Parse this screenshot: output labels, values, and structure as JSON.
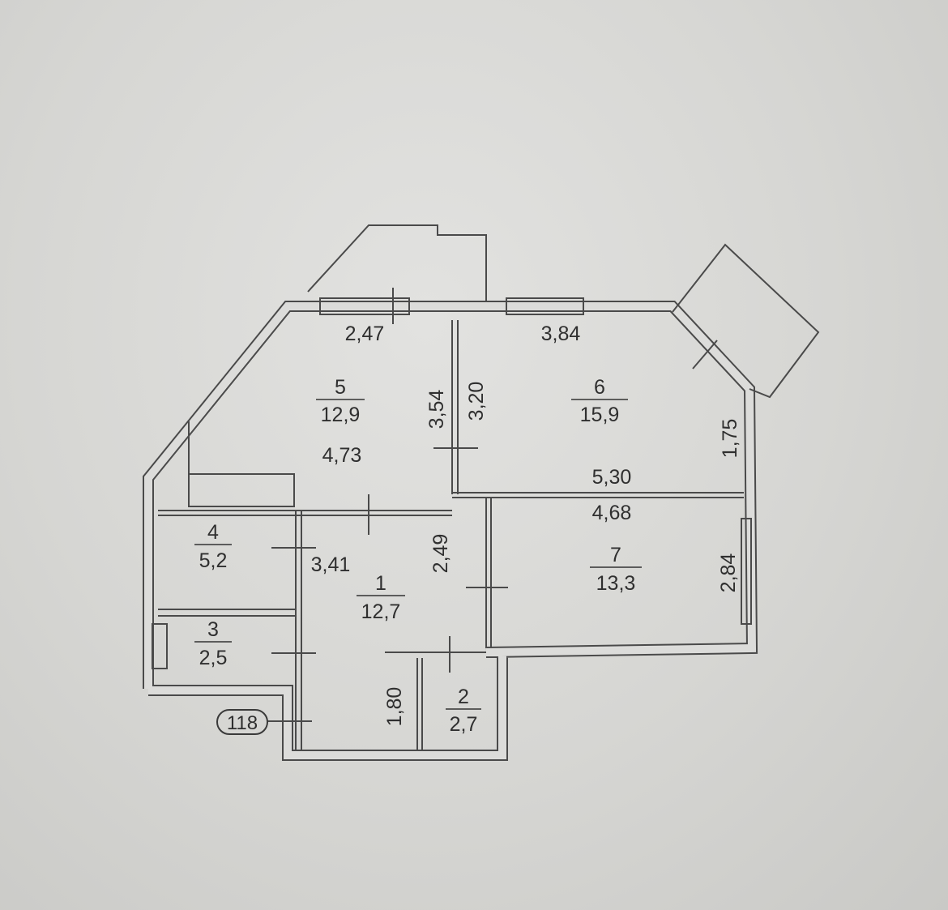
{
  "apartment_number": "118",
  "rooms": [
    {
      "number": "1",
      "area": "12,7"
    },
    {
      "number": "2",
      "area": "2,7"
    },
    {
      "number": "3",
      "area": "2,5"
    },
    {
      "number": "4",
      "area": "5,2"
    },
    {
      "number": "5",
      "area": "12,9"
    },
    {
      "number": "6",
      "area": "15,9"
    },
    {
      "number": "7",
      "area": "13,3"
    }
  ],
  "dimensions": {
    "room5_top": "2,47",
    "room6_top": "3,84",
    "room5_right": "3,54",
    "room6_left": "3,20",
    "room5_width": "4,73",
    "room6_right": "1,75",
    "room6_bottom": "5,30",
    "room7_top": "4,68",
    "room1_width": "3,41",
    "room1_right": "2,49",
    "room7_right": "2,84",
    "corridor": "1,80"
  },
  "colors": {
    "paper": "#dcdcda",
    "ink": "#4a4a4a"
  }
}
